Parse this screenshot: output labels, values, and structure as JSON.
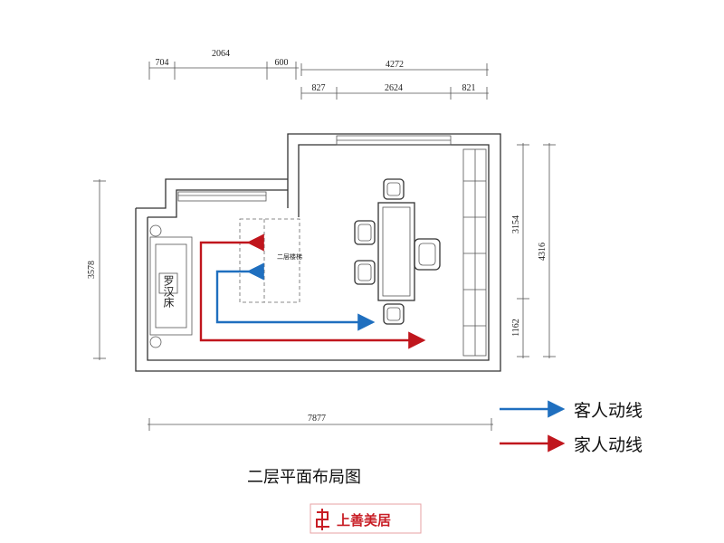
{
  "dimensions": {
    "top_left": [
      "704",
      "2064",
      "600"
    ],
    "top_right_total": "4272",
    "top_right": [
      "827",
      "2624",
      "821"
    ],
    "left_height": "3578",
    "right_inner": [
      "3154",
      "1162"
    ],
    "right_total": "4316",
    "bottom_total": "7877"
  },
  "furniture": {
    "sofa_label": "罗汉床",
    "cabinet_label": "二层楼梯"
  },
  "legend": {
    "guest": {
      "label": "客人动线",
      "color": "#1f6fbf"
    },
    "family": {
      "label": "家人动线",
      "color": "#c0161d"
    }
  },
  "title": "二层平面布局图",
  "logo": {
    "text": "上善美居",
    "color": "#c81d25"
  }
}
